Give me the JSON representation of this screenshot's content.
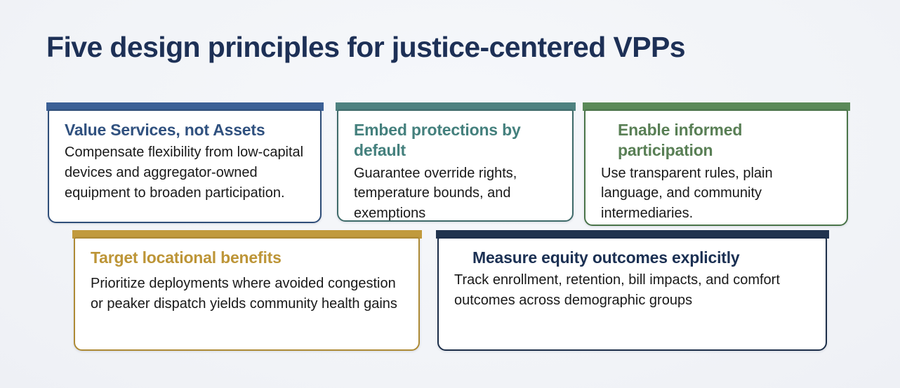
{
  "page": {
    "title": "Five design principles for justice-centered VPPs",
    "background_color": "#f2f4f8",
    "title_color": "#1d3056",
    "body_text_color": "#191919"
  },
  "cards": [
    {
      "id": "value-services",
      "title": "Value Services, not Assets",
      "body": "Compensate flexibility from low-capital devices and aggregator-owned equipment to broaden participation.",
      "bar_color": "#3b6096",
      "border_color": "#2f4e79",
      "title_color": "#30517f"
    },
    {
      "id": "embed-protections",
      "title": "Embed protections by default",
      "body": "Guarantee override rights, temperature bounds, and exemptions",
      "bar_color": "#4e8280",
      "border_color": "#3f6b6a",
      "title_color": "#44807d"
    },
    {
      "id": "enable-participation",
      "title": "Enable informed participation",
      "body": "Use transparent rules, plain language, and community intermediaries.",
      "bar_color": "#5b8a58",
      "border_color": "#4a7449",
      "title_color": "#597f55"
    },
    {
      "id": "target-locational",
      "title": "Target locational benefits",
      "body": "Prioritize deployments where avoided congestion or peaker dispatch yields community health gains",
      "bar_color": "#c19a3d",
      "border_color": "#ad8a35",
      "title_color": "#bd9537"
    },
    {
      "id": "measure-equity",
      "title": "Measure equity outcomes explicitly",
      "body": "Track enrollment, retention, bill impacts, and comfort outcomes across demographic groups",
      "bar_color": "#20334e",
      "border_color": "#1c2e49",
      "title_color": "#1b3053"
    }
  ]
}
